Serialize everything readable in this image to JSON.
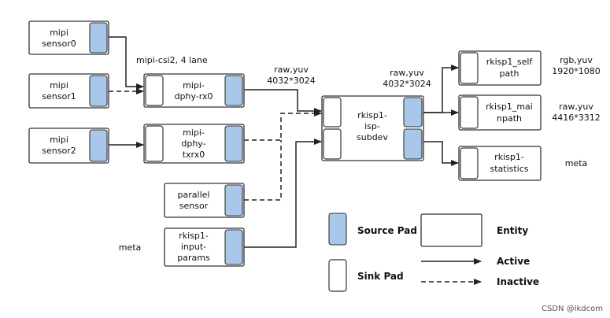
{
  "entities": {
    "sensor0": [
      "mipi",
      "sensor0"
    ],
    "sensor1": [
      "mipi",
      "sensor1"
    ],
    "sensor2": [
      "mipi",
      "sensor2"
    ],
    "dphy_rx0": [
      "mipi-",
      "dphy-rx0"
    ],
    "dphy_txrx0": [
      "mipi-",
      "dphy-",
      "txrx0"
    ],
    "parallel_sensor": [
      "parallel",
      "sensor"
    ],
    "input_params": [
      "rkisp1-",
      "input-",
      "params"
    ],
    "isp_subdev": [
      "rkisp1-",
      "isp-",
      "subdev"
    ],
    "selfpath": [
      "rkisp1_self",
      "path"
    ],
    "mainpath": [
      "rkisp1_mai",
      "npath"
    ],
    "statistics": [
      "rkisp1-",
      "statistics"
    ]
  },
  "annotations": {
    "csi": "mipi-csi2, 4 lane",
    "rx0_out": [
      "raw,yuv",
      "4032*3024"
    ],
    "isp_out": [
      "raw,yuv",
      "4032*3024"
    ],
    "self_fmt": [
      "rgb,yuv",
      "1920*1080"
    ],
    "main_fmt": [
      "raw,yuv",
      "4416*3312"
    ],
    "stats_fmt": "meta",
    "params_fmt": "meta"
  },
  "legend": {
    "source_pad": "Source Pad",
    "sink_pad": "Sink Pad",
    "entity": "Entity",
    "active": "Active",
    "inactive": "Inactive"
  },
  "colors": {
    "source_pad": "#a9c7ea"
  },
  "watermark": "CSDN @lkdcom"
}
